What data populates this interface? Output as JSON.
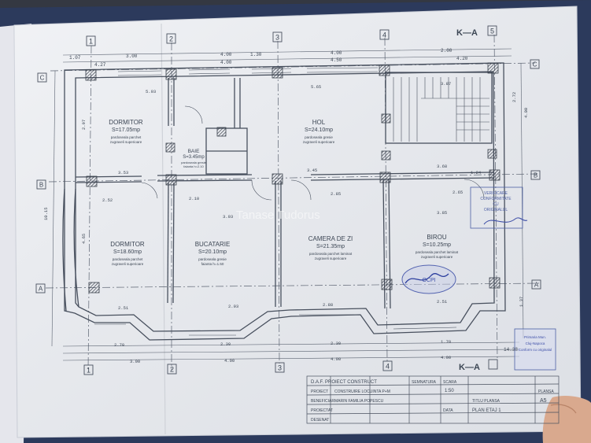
{
  "axes_top": [
    "1",
    "2",
    "3",
    "4",
    "5"
  ],
  "axes_bottom": [
    "1",
    "2",
    "3",
    "4"
  ],
  "axes_left": [
    "C",
    "B",
    "A"
  ],
  "axes_right": [
    "C",
    "B",
    "A"
  ],
  "section_marker_top": "K—A",
  "section_marker_bottom": "K—A",
  "watermark": "Tanase Tudorus",
  "rooms": [
    {
      "name": "DORMITOR",
      "area": "S=17.05mp",
      "note1": "pardoseala parchet",
      "note2": "zugraveli superioare"
    },
    {
      "name": "HOL",
      "area": "S=24.10mp",
      "note1": "pardoseala gresie",
      "note2": "zugraveli superioare"
    },
    {
      "name": "BAIE",
      "area": "S=3.45mp",
      "note1": "pardoseala gresie",
      "note2": "faianta h=2.10"
    },
    {
      "name": "DORMITOR",
      "area": "S=18.60mp",
      "note1": "pardoseala parchet",
      "note2": "zugraveli superioare"
    },
    {
      "name": "BUCATARIE",
      "area": "S=20.10mp",
      "note1": "pardoseala gresie",
      "note2": "faianta h=1.50"
    },
    {
      "name": "CAMERA DE ZI",
      "area": "S=21.35mp",
      "note1": "pardoseala parchet laminat",
      "note2": "zugraveli superioare"
    },
    {
      "name": "BIROU",
      "area": "S=10.25mp",
      "note1": "pardoseala parchet laminat",
      "note2": "zugraveli superioare"
    }
  ],
  "dims_top_1": [
    "1.07",
    "3.00",
    "4.00",
    "1.30",
    "4.00",
    "2.00"
  ],
  "dims_top_2": [
    "4.27",
    "4.00",
    "4.50",
    "4.20"
  ],
  "dims_mid_1": [
    "5.93",
    "5.65",
    "3.87"
  ],
  "dims_mid_2": [
    "3.53",
    "3.45",
    "3.68",
    "1.24"
  ],
  "dims_mid_3": [
    "2.52",
    "2.10",
    "3.93",
    "2.85",
    "3.85",
    "2.65"
  ],
  "dims_bottom_1": [
    "2.51",
    "2.93",
    "2.88",
    "2.51"
  ],
  "dims_bottom_2": [
    "2.70",
    "2.30",
    "2.30",
    "1.70"
  ],
  "dims_bottom_3": [
    "3.00",
    "4.00",
    "4.00",
    "4.00"
  ],
  "dims_bottom_total": "14.38",
  "dims_side": [
    "10.15",
    "4.65",
    "2.97",
    "4.00",
    "2.72",
    "1.37"
  ],
  "stamp_top": [
    "VERIFICARE",
    "CONFORMITATE",
    "CU",
    "ORIGINALUL"
  ],
  "stamp_round": "OCPI",
  "stamp_lower": [
    "Primaria Mun.",
    "Cluj-Napoca",
    "Conform cu originalul"
  ],
  "title_block": {
    "firm": "D.A.F. PROIECT CONSTRUCT",
    "project_label": "PROIECT",
    "project_name": "CONSTRUIRE LOCUINTA P+M",
    "beneficiary_label": "BENEFICIAR",
    "beneficiary_name": "MARIN FAMILIA POPESCU",
    "designer_label": "PROIECTAT",
    "drawn_label": "DESENAT",
    "signature_label": "SEMNATURA",
    "scale_label": "SCARA",
    "scale_value": "1:50",
    "date_label": "DATA",
    "sheet_title_label": "TITLU PLANSA",
    "sheet_title": "PLAN ETAJ 1",
    "sheet_label": "PLANSA",
    "sheet_no": "A5"
  }
}
